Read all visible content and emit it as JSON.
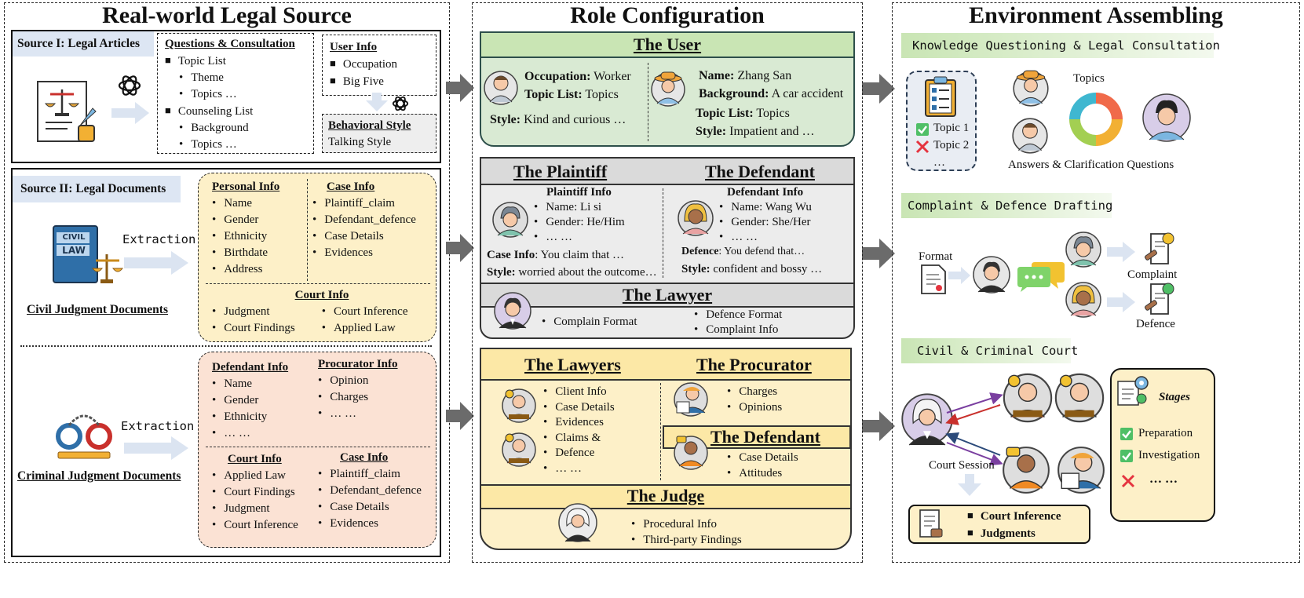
{
  "source": {
    "title": "Real-world Legal Source",
    "src1": {
      "label": "Source I: Legal Articles",
      "qc": {
        "title": "Questions & Consultation",
        "topic_list": "Topic List",
        "theme": "Theme",
        "topics": "Topics …",
        "counseling": "Counseling List",
        "background": "Background",
        "topics2": "Topics …"
      },
      "user": {
        "title": "User Info",
        "occupation": "Occupation",
        "bigfive": "Big Five"
      },
      "behav": {
        "title": "Behavioral Style",
        "talking": "Talking Style"
      }
    },
    "src2": {
      "label": "Source II: Legal Documents",
      "extraction1": "Extraction",
      "civil_caption": "Civil Judgment Documents",
      "civil_badge1": "CIVIL",
      "civil_badge2": "LAW",
      "personal": {
        "title": "Personal Info",
        "items": [
          "Name",
          "Gender",
          "Ethnicity",
          "Birthdate",
          "Address"
        ]
      },
      "case": {
        "title": "Case Info",
        "items": [
          "Plaintiff_claim",
          "Defendant_defence",
          "Case Details",
          "Evidences"
        ]
      },
      "court": {
        "title": "Court Info",
        "left": [
          "Judgment",
          "Court Findings"
        ],
        "right": [
          "Court Inference",
          "Applied Law"
        ]
      },
      "extraction2": "Extraction",
      "criminal_caption": "Criminal Judgment Documents",
      "def": {
        "title": "Defendant Info",
        "items": [
          "Name",
          "Gender",
          "Ethnicity",
          "… …"
        ]
      },
      "proc": {
        "title": "Procurator Info",
        "items": [
          "Opinion",
          "Charges",
          "… …"
        ]
      },
      "court2": {
        "title": "Court Info",
        "items": [
          "Applied Law",
          "Court Findings",
          "Judgment",
          "Court Inference"
        ]
      },
      "case2": {
        "title": "Case Info",
        "items": [
          "Plaintiff_claim",
          "Defendant_defence",
          "Case Details",
          "Evidences"
        ]
      }
    }
  },
  "role": {
    "title": "Role Configuration",
    "user": {
      "title": "The User",
      "left": {
        "occ_label": "Occupation:",
        "occ_val": " Worker",
        "topic_label": "Topic List:",
        "topic_val": " Topics",
        "style_label": "Style:",
        "style_val": " Kind and curious …"
      },
      "right": {
        "name_label": "Name:",
        "name_val": " Zhang San",
        "bg_label": "Background:",
        "bg_val": " A car accident",
        "topic_label": "Topic List:",
        "topic_val": " Topics",
        "style_label": "Style:",
        "style_val": " Impatient and …"
      }
    },
    "civil": {
      "plaintiff": "The Plaintiff",
      "defendant": "The Defendant",
      "pinfo": {
        "title": "Plaintiff Info",
        "items": [
          "Name: Li si",
          "Gender: He/Him",
          "… …"
        ]
      },
      "dinfo": {
        "title": "Defendant Info",
        "items": [
          "Name: Wang Wu",
          "Gender: She/Her",
          "… …"
        ]
      },
      "pcase_label": "Case Info",
      "pcase_val": ": You claim that …",
      "pstyle_label": "Style:",
      "pstyle_val": " worried about the outcome…",
      "ddef_label": "Defence",
      "ddef_val": ": You defend that…",
      "dstyle_label": "Style:",
      "dstyle_val": " confident and bossy …",
      "lawyer": "The Lawyer",
      "lawyer_left": [
        "Complain Format"
      ],
      "lawyer_right": [
        "Defence Format",
        "Complaint Info"
      ]
    },
    "criminal": {
      "lawyers": "The Lawyers",
      "procurator": "The Procurator",
      "lawyer_items": [
        "Client Info",
        "Case Details",
        "Evidences",
        "Claims &",
        "Defence",
        "… …"
      ],
      "proc_items": [
        "Charges",
        "Opinions"
      ],
      "defendant": "The Defendant",
      "def_items": [
        "Case Details",
        "Attitudes"
      ],
      "judge": "The Judge",
      "judge_items": [
        "Procedural Info",
        "Third-party Findings"
      ]
    }
  },
  "env": {
    "title": "Environment Assembling",
    "k": {
      "title": "Knowledge Questioning & Legal Consultation",
      "topic1": "Topic 1",
      "topic2": "Topic 2",
      "dots": "…",
      "topics": "Topics",
      "caption": "Answers & Clarification Questions"
    },
    "c": {
      "title": "Complaint & Defence Drafting",
      "format": "Format",
      "complaint": "Complaint",
      "defence": "Defence"
    },
    "court": {
      "title": "Civil & Criminal Court",
      "session": "Court Session",
      "stages": "Stages",
      "stage_items": [
        "Preparation",
        "Investigation",
        "… …"
      ],
      "outputs": [
        "Court Inference",
        "Judgments"
      ]
    }
  },
  "colors": {
    "green": "#d9ead3",
    "greenHead": "#c9e5b4",
    "gray": "#e7e7e7",
    "yellow": "#fdf0c8",
    "yellowHead": "#fce8a6",
    "peach": "#fbe2d4",
    "blueLabel": "#dde6f3",
    "arrow": "#6b6b6b"
  }
}
